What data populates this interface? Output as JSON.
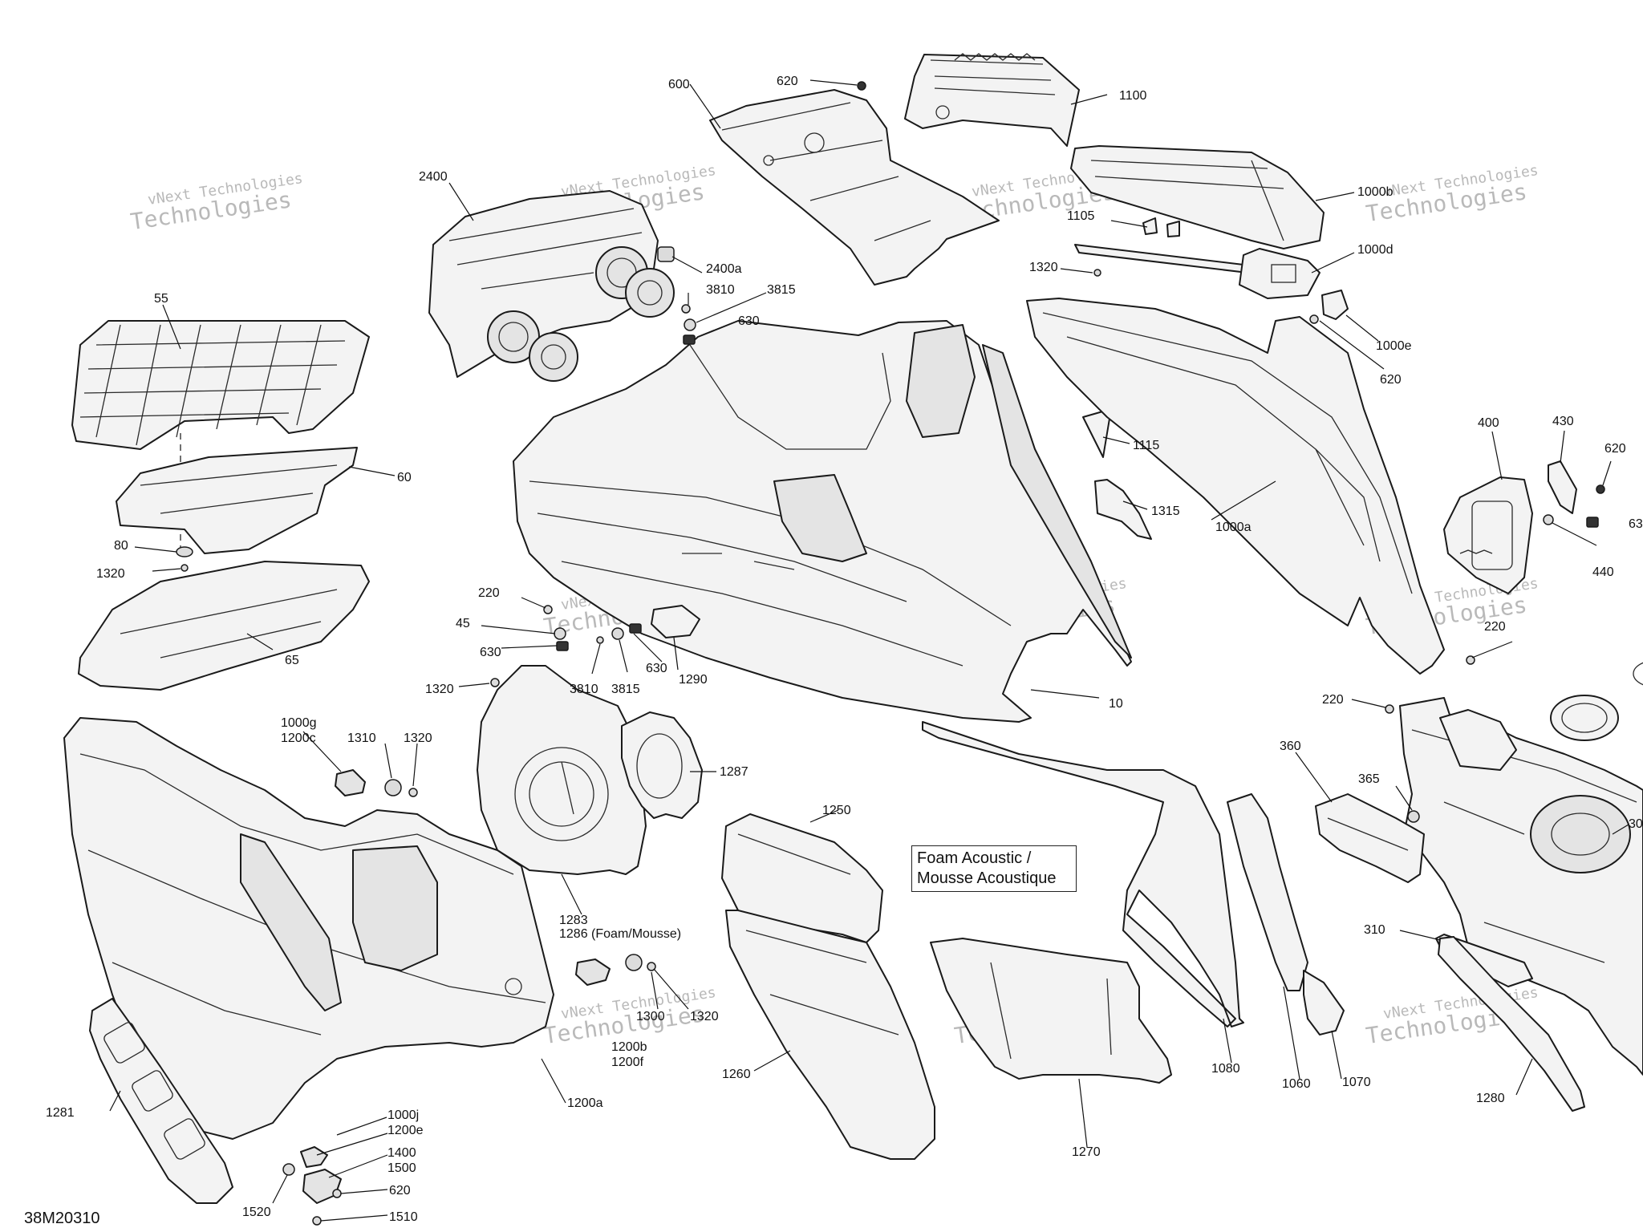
{
  "drawing_code": "38M20310",
  "note": {
    "line1": "Foam Acoustic /",
    "line2": "Mousse Acoustique"
  },
  "watermark": {
    "line1": "vNext Technologies",
    "line2": "Technologies"
  },
  "callouts": [
    {
      "id": "c-600",
      "text": "600"
    },
    {
      "id": "c-620a",
      "text": "620"
    },
    {
      "id": "c-1100",
      "text": "1100"
    },
    {
      "id": "c-2400",
      "text": "2400"
    },
    {
      "id": "c-1000b",
      "text": "1000b"
    },
    {
      "id": "c-1105",
      "text": "1105"
    },
    {
      "id": "c-1000d",
      "text": "1000d"
    },
    {
      "id": "c-1320a",
      "text": "1320"
    },
    {
      "id": "c-2400a",
      "text": "2400a"
    },
    {
      "id": "c-3810a",
      "text": "3810"
    },
    {
      "id": "c-3815a",
      "text": "3815"
    },
    {
      "id": "c-630a",
      "text": "630"
    },
    {
      "id": "c-1000e",
      "text": "1000e"
    },
    {
      "id": "c-620b",
      "text": "620"
    },
    {
      "id": "c-55",
      "text": "55"
    },
    {
      "id": "c-60",
      "text": "60"
    },
    {
      "id": "c-80",
      "text": "80"
    },
    {
      "id": "c-1320b",
      "text": "1320"
    },
    {
      "id": "c-65",
      "text": "65"
    },
    {
      "id": "c-1115",
      "text": "1115"
    },
    {
      "id": "c-1315",
      "text": "1315"
    },
    {
      "id": "c-1000a",
      "text": "1000a"
    },
    {
      "id": "c-400",
      "text": "400"
    },
    {
      "id": "c-430",
      "text": "430"
    },
    {
      "id": "c-620c",
      "text": "620"
    },
    {
      "id": "c-63",
      "text": "63"
    },
    {
      "id": "c-440",
      "text": "440"
    },
    {
      "id": "c-220a",
      "text": "220"
    },
    {
      "id": "c-45",
      "text": "45"
    },
    {
      "id": "c-630b",
      "text": "630"
    },
    {
      "id": "c-3810b",
      "text": "3810"
    },
    {
      "id": "c-3815b",
      "text": "3815"
    },
    {
      "id": "c-630c",
      "text": "630"
    },
    {
      "id": "c-1290",
      "text": "1290"
    },
    {
      "id": "c-1320c",
      "text": "1320"
    },
    {
      "id": "c-10",
      "text": "10"
    },
    {
      "id": "c-220b",
      "text": "220"
    },
    {
      "id": "c-220c",
      "text": "220"
    },
    {
      "id": "c-1000g",
      "text": "1000g"
    },
    {
      "id": "c-1200c",
      "text": "1200c"
    },
    {
      "id": "c-1310",
      "text": "1310"
    },
    {
      "id": "c-1320d",
      "text": "1320"
    },
    {
      "id": "c-1287",
      "text": "1287"
    },
    {
      "id": "c-1250",
      "text": "1250"
    },
    {
      "id": "c-360",
      "text": "360"
    },
    {
      "id": "c-365",
      "text": "365"
    },
    {
      "id": "c-30",
      "text": "30"
    },
    {
      "id": "c-1283",
      "text": "1283"
    },
    {
      "id": "c-1286",
      "text": "1286 (Foam/Mousse)"
    },
    {
      "id": "c-1300",
      "text": "1300"
    },
    {
      "id": "c-1320e",
      "text": "1320"
    },
    {
      "id": "c-1200b",
      "text": "1200b"
    },
    {
      "id": "c-1200f",
      "text": "1200f"
    },
    {
      "id": "c-310",
      "text": "310"
    },
    {
      "id": "c-1281",
      "text": "1281"
    },
    {
      "id": "c-1200a",
      "text": "1200a"
    },
    {
      "id": "c-1260",
      "text": "1260"
    },
    {
      "id": "c-1080",
      "text": "1080"
    },
    {
      "id": "c-1060",
      "text": "1060"
    },
    {
      "id": "c-1070",
      "text": "1070"
    },
    {
      "id": "c-1280",
      "text": "1280"
    },
    {
      "id": "c-1270",
      "text": "1270"
    },
    {
      "id": "c-1000j",
      "text": "1000j"
    },
    {
      "id": "c-1200e",
      "text": "1200e"
    },
    {
      "id": "c-1400",
      "text": "1400"
    },
    {
      "id": "c-1500",
      "text": "1500"
    },
    {
      "id": "c-620d",
      "text": "620"
    },
    {
      "id": "c-1520",
      "text": "1520"
    },
    {
      "id": "c-1510",
      "text": "1510"
    }
  ]
}
